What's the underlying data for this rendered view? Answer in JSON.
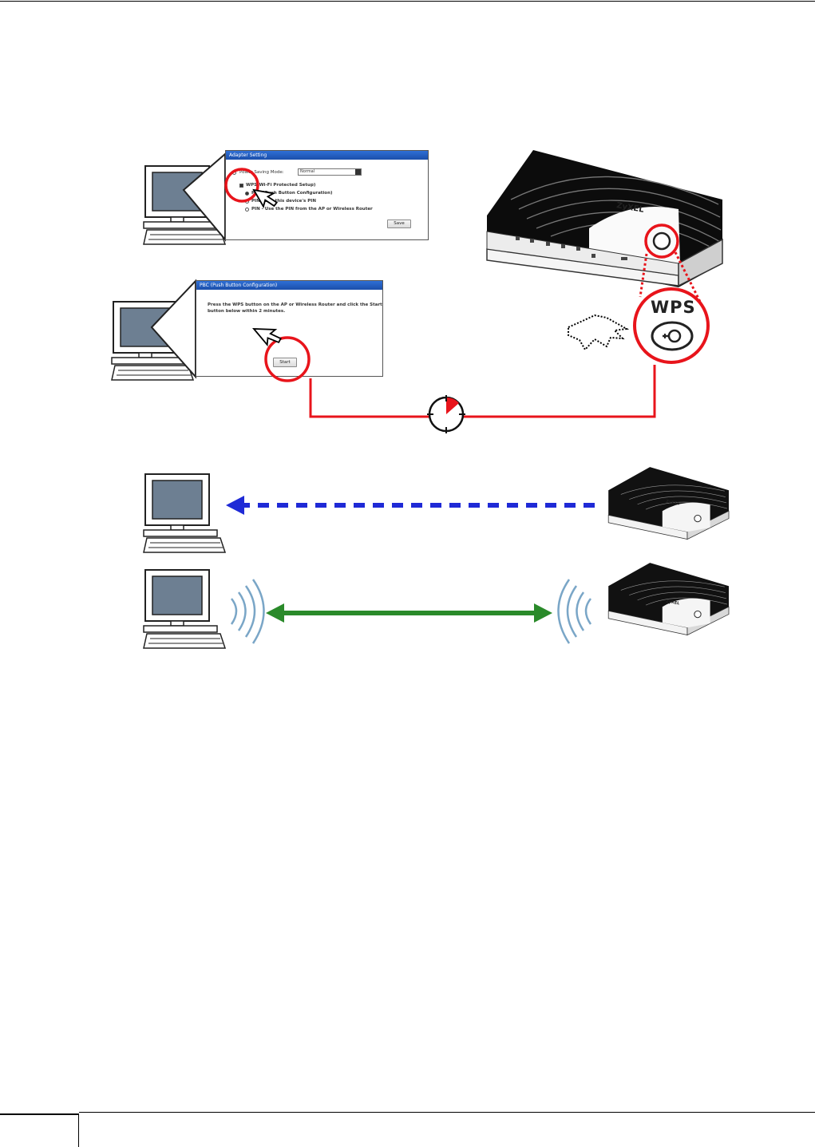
{
  "colors": {
    "red": "#e8141b",
    "blue_dashed": "#1f2ad6",
    "green": "#2a8a2a",
    "window_title": "#2f6fd6"
  },
  "adapter_window": {
    "title": "Adapter Setting",
    "power_saving_label": "Power Saving Mode:",
    "power_saving_value": "Normal",
    "wps_label": "WPS(Wi-Fi Protected Setup)",
    "pbc_label": "PBC (Push Button Configuration)",
    "pin_device_label": "PIN - use this device's PIN",
    "pin_ap_label": "PIN - Use the PIN from the AP or Wireless Router",
    "save_button": "Save"
  },
  "pbc_window": {
    "title": "PBC (Push Button Configuration)",
    "instruction_line1": "Press the WPS button on the AP or Wireless Router and click the Start",
    "instruction_line2": "button below within 2 minutes.",
    "start_button": "Start"
  },
  "router": {
    "brand": "ZyXEL",
    "wps_callout": "WPS"
  },
  "icons": [
    "computer-icon",
    "router-icon",
    "timer-icon",
    "pointer-arrow-icon",
    "hand-cursor-icon",
    "wireless-waves-icon"
  ]
}
